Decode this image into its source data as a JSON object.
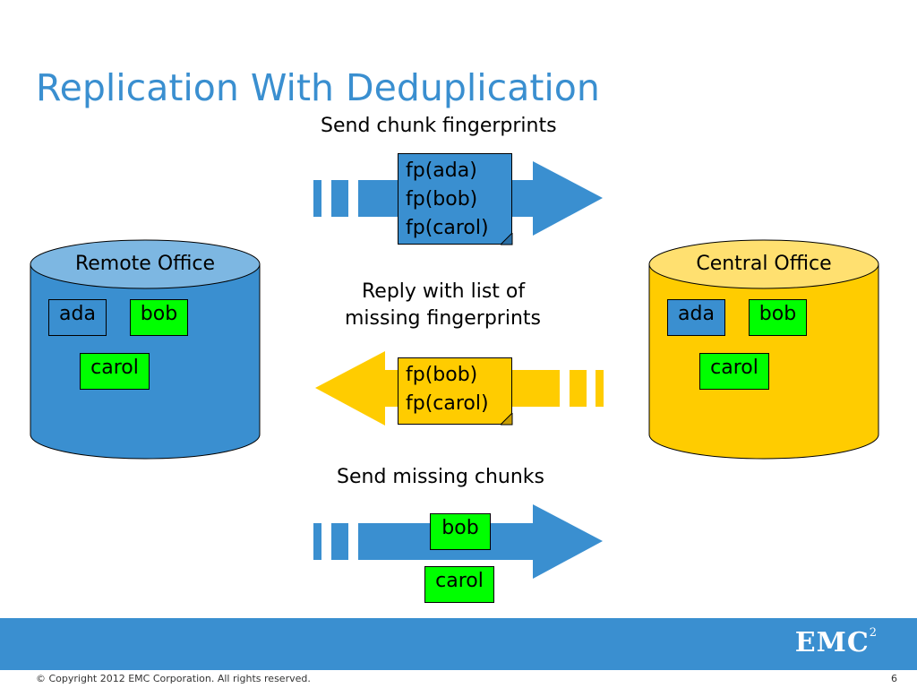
{
  "slide": {
    "title": "Replication With Deduplication",
    "page_number": "6"
  },
  "captions": {
    "send_fingerprints": "Send chunk fingerprints",
    "reply_line1": "Reply with list of",
    "reply_line2": "missing fingerprints",
    "send_missing": "Send missing chunks"
  },
  "remote_office": {
    "label": "Remote Office",
    "color": "#3a8fd0",
    "chunks": [
      "ada",
      "bob",
      "carol"
    ]
  },
  "central_office": {
    "label": "Central Office",
    "color": "#ffcc00",
    "chunks": [
      "ada",
      "bob",
      "carol"
    ]
  },
  "fingerprints_sent": [
    "fp(ada)",
    "fp(bob)",
    "fp(carol)"
  ],
  "fingerprints_missing": [
    "fp(bob)",
    "fp(carol)"
  ],
  "chunks_sent": [
    "bob",
    "carol"
  ],
  "footer": {
    "copyright": "© Copyright 2012 EMC Corporation. All rights reserved.",
    "logo_text": "EMC",
    "logo_superscript": "2",
    "bar_color": "#3a8fd0"
  }
}
